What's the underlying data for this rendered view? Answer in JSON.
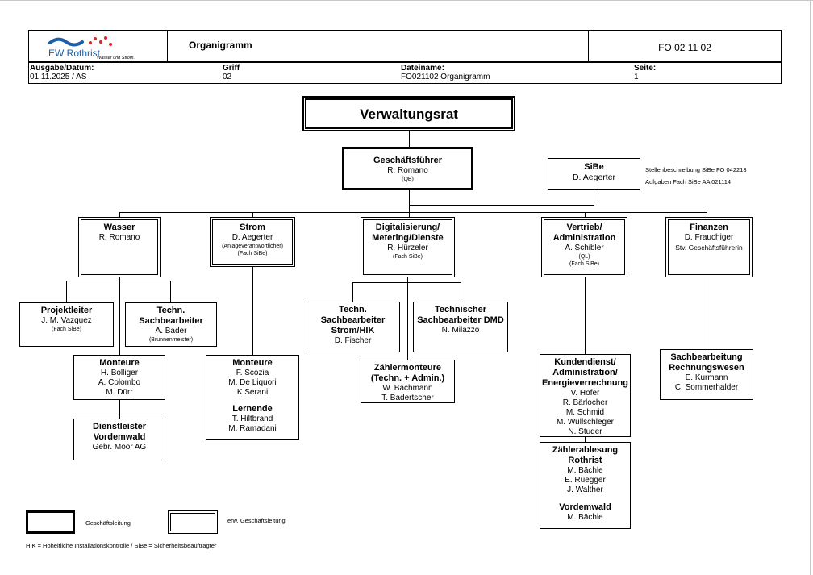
{
  "header": {
    "logo_name": "EW Rothrist",
    "logo_tagline": "Wasser und Strom.",
    "doc_title": "Organigramm",
    "doc_code": "FO 02 11 02",
    "fields": [
      {
        "label": "Ausgabe/Datum:",
        "value": "01.11.2025 / AS"
      },
      {
        "label": "Griff",
        "value": "02"
      },
      {
        "label": "Dateiname:",
        "value": "FO021102 Organigramm"
      },
      {
        "label": "Seite:",
        "value": "1"
      }
    ]
  },
  "org": {
    "board": "Verwaltungsrat",
    "ceo": {
      "title": "Geschäftsführer",
      "name": "R. Romano",
      "note": "(QB)"
    },
    "sibe": {
      "title": "SiBe",
      "name": "D. Aegerter",
      "note1": "Stellenbeschreibung SiBe FO 042213",
      "note2": "Aufgaben Fach SiBe AA 021114"
    },
    "wasser": {
      "title": "Wasser",
      "name": "R. Romano"
    },
    "strom": {
      "title": "Strom",
      "name": "D. Aegerter",
      "note1": "(Anlageverantwortlicher)",
      "note2": "(Fach SiBe)"
    },
    "digital": {
      "title1": "Digitalisierung/",
      "title2": "Metering/Dienste",
      "name": "R. Hürzeler",
      "note": "(Fach SiBe)"
    },
    "vertrieb": {
      "title1": "Vertrieb/",
      "title2": "Administration",
      "name": "A. Schibler",
      "note1": "(QL)",
      "note2": "(Fach SiBe)"
    },
    "finanzen": {
      "title": "Finanzen",
      "name": "D. Frauchiger",
      "role": "Stv. Geschäftsführerin"
    },
    "projektleiter": {
      "title": "Projektleiter",
      "name": "J. M. Vazquez",
      "note": "(Fach SiBe)"
    },
    "techn_sachbearbeiter": {
      "title1": "Techn.",
      "title2": "Sachbearbeiter",
      "name": "A. Bader",
      "note": "(Brunnenmeister)"
    },
    "monteure_wasser": {
      "title": "Monteure",
      "names": [
        "H. Bolliger",
        "A. Colombo",
        "M. Dürr"
      ]
    },
    "dienstleister": {
      "title1": "Dienstleister",
      "title2": "Vordemwald",
      "name": "Gebr. Moor AG"
    },
    "monteure_strom": {
      "title": "Monteure",
      "names": [
        "F. Scozia",
        "M. De Liquori",
        "K Serani"
      ],
      "sub_title": "Lernende",
      "sub_names": [
        "T. Hiltbrand",
        "M. Ramadani"
      ]
    },
    "techn_strom_hik": {
      "title1": "Techn.",
      "title2": "Sachbearbeiter",
      "title3": "Strom/HIK",
      "name": "D. Fischer"
    },
    "techn_dmd": {
      "title1": "Technischer",
      "title2": "Sachbearbeiter DMD",
      "name": "N. Milazzo"
    },
    "zaehlermonteure": {
      "title1": "Zählermonteure",
      "title2": "(Techn. + Admin.)",
      "names": [
        "W. Bachmann",
        "T. Badertscher"
      ]
    },
    "kundendienst": {
      "title1": "Kundendienst/",
      "title2": "Administration/",
      "title3": "Energieverrechnung",
      "names": [
        "V. Hofer",
        "R. Bärlocher",
        "M. Schmid",
        "M. Wullschleger",
        "N. Studer"
      ]
    },
    "zaehlerablesung": {
      "title1": "Zählerablesung",
      "title2": "Rothrist",
      "names": [
        "M. Bächle",
        "E. Rüegger",
        "J. Walther"
      ],
      "sub_title": "Vordemwald",
      "sub_names": [
        "M. Bächle"
      ]
    },
    "rechnungswesen": {
      "title1": "Sachbearbeitung",
      "title2": "Rechnungswesen",
      "names": [
        "E. Kurmann",
        "C. Sommerhalder"
      ]
    }
  },
  "legend": {
    "gl": "Geschäftsleitung",
    "egl": "erw. Geschäftsleitung",
    "footnote": "HIK = Hoheitliche Installationskontrolle  /  SiBe = Sicherheitsbeauftragter"
  },
  "colors": {
    "logo_blue": "#1a5fa8",
    "logo_red": "#e3232c"
  }
}
